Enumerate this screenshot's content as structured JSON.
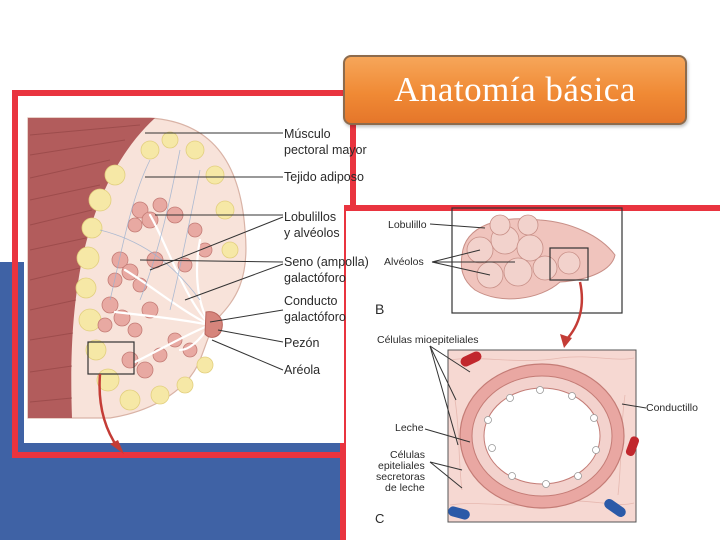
{
  "title": "Anatomía básica",
  "colors": {
    "red_frame": "#e9343f",
    "blue_block": "#3f62a5",
    "title_orange": "#f08a35",
    "title_border": "#8d6b4c"
  },
  "panel_a": {
    "labels": {
      "musculo_1": "Músculo",
      "musculo_2": "pectoral mayor",
      "tejido": "Tejido adiposo",
      "lobulillos_1": "Lobulillos",
      "lobulillos_2": "y alvéolos",
      "seno_1": "Seno (ampolla)",
      "seno_2": "galactóforo",
      "conducto_1": "Conducto",
      "conducto_2": "galactóforo",
      "pezon": "Pezón",
      "areola": "Aréola"
    }
  },
  "panel_b": {
    "letter": "B",
    "labels": {
      "lobulillo": "Lobulillo",
      "alveolos": "Alvéolos"
    }
  },
  "panel_c": {
    "letter": "C",
    "labels": {
      "mioepiteliales": "Células mioepiteliales",
      "conductillo": "Conductillo",
      "leche": "Leche",
      "epiteliales_1": "Células",
      "epiteliales_2": "epiteliales",
      "epiteliales_3": "secretoras",
      "epiteliales_4": "de leche"
    }
  }
}
